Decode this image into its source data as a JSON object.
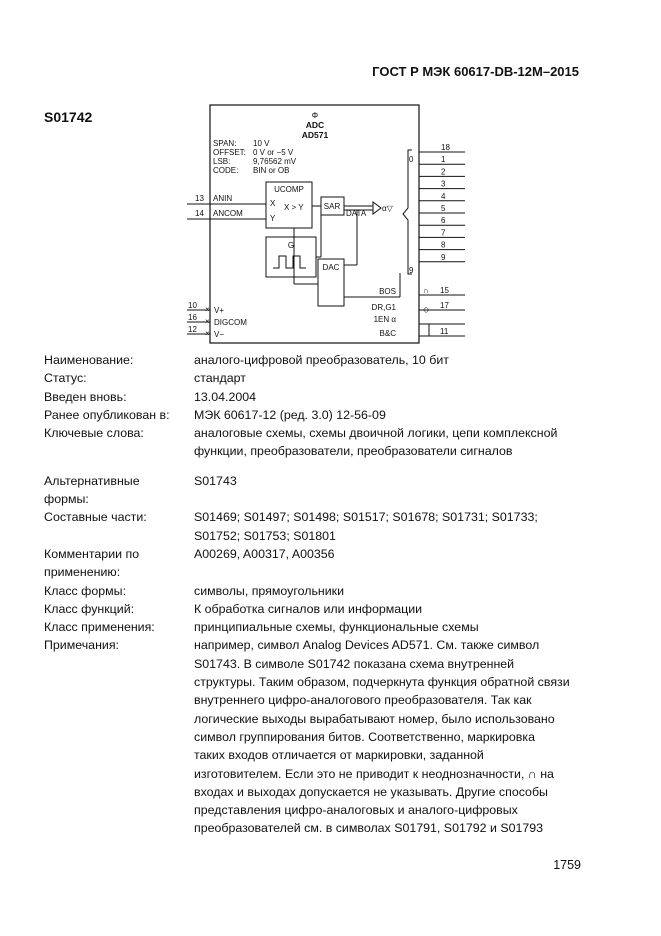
{
  "header": {
    "standard": "ГОСТ Р МЭК 60617-DB-12M–2015",
    "symbol_code": "S01742"
  },
  "diagram": {
    "top_symbol": "Φ",
    "title_line1": "ADC",
    "title_line2": "AD571",
    "spec_lines": [
      {
        "label": "SPAN:",
        "value": "10 V"
      },
      {
        "label": "OFFSET:",
        "value": "0 V or −5 V"
      },
      {
        "label": "LSB:",
        "value": "9,76562 mV"
      },
      {
        "label": "CODE:",
        "value": "BIN or OB"
      }
    ],
    "inputs_left": [
      {
        "pin": "13",
        "label": "ANIN"
      },
      {
        "pin": "14",
        "label": "ANCOM"
      }
    ],
    "inputs_bottom_left": [
      {
        "pin": "10",
        "label": "V+"
      },
      {
        "pin": "16",
        "label": "DIGCOM"
      },
      {
        "pin": "12",
        "label": "V−"
      }
    ],
    "ucomp_label": "UCOMP",
    "ucomp_x": "X",
    "ucomp_y": "Y",
    "ucomp_rel": "X > Y",
    "sar_label": "SAR",
    "data_label": "DATA",
    "alpha_label": "α▽",
    "g_label": "G",
    "dac_label": "DAC",
    "bus_top": "0",
    "bus_bottom": "9",
    "output_pins": [
      "18",
      "1",
      "2",
      "3",
      "4",
      "5",
      "6",
      "7",
      "8",
      "9"
    ],
    "right_signals": [
      {
        "label": "BOS",
        "pin": "15"
      },
      {
        "label": "DR,G1",
        "pin": "17"
      },
      {
        "label": "1EN α",
        "pin": ""
      },
      {
        "label": "B&C",
        "pin": "11"
      }
    ]
  },
  "metadata": [
    {
      "label": "Наименование:",
      "lines": [
        "аналого-цифровой преобразователь, 10 бит"
      ]
    },
    {
      "label": "Статус:",
      "lines": [
        "стандарт"
      ]
    },
    {
      "label": "Введен вновь:",
      "lines": [
        "13.04.2004"
      ]
    },
    {
      "label": "Ранее опубликован в:",
      "lines": [
        "МЭК 60617-12 (ред. 3.0) 12-56-09"
      ]
    },
    {
      "label": "Ключевые слова:",
      "lines": [
        "аналоговые схемы, схемы двоичной логики, цепи комплексной",
        "функции, преобразователи, преобразователи сигналов"
      ],
      "gap_after": true
    },
    {
      "label": "Альтернативные формы:",
      "lines": [
        "S01743"
      ]
    },
    {
      "label": "Составные части:",
      "lines": [
        "S01469; S01497; S01498; S01517; S01678; S01731; S01733;",
        "S01752; S01753; S01801"
      ]
    },
    {
      "label": "Комментарии по применению:",
      "lines": [
        "A00269, A00317, A00356"
      ]
    },
    {
      "label": "Класс формы:",
      "lines": [
        "символы, прямоугольники"
      ]
    },
    {
      "label": "Класс функций:",
      "lines": [
        "К обработка сигналов или информации"
      ]
    },
    {
      "label": "Класс применения:",
      "lines": [
        "принципиальные схемы, функциональные схемы"
      ]
    },
    {
      "label": "Примечания:",
      "lines": [
        "например, символ  Analog Devices AD571. См. также символ",
        "S01743. В символе S01742 показана схема внутренней",
        "структуры. Таким образом, подчеркнута функция обратной связи",
        "внутреннего цифро-аналогового преобразователя. Так как",
        "логические выходы вырабатывают номер, было использовано",
        "символ  группирования битов. Соответственно, маркировка",
        "таких входов отличается от маркировки, заданной",
        "изготовителем. Если это не приводит к неоднозначности, ∩  на",
        "входах и выходах допускается не указывать.  Другие способы",
        "представления цифро-аналоговых и аналого-цифровых",
        "преобразователей см. в символах S01791, S01792 и S01793"
      ]
    }
  ],
  "page_number": "1759"
}
